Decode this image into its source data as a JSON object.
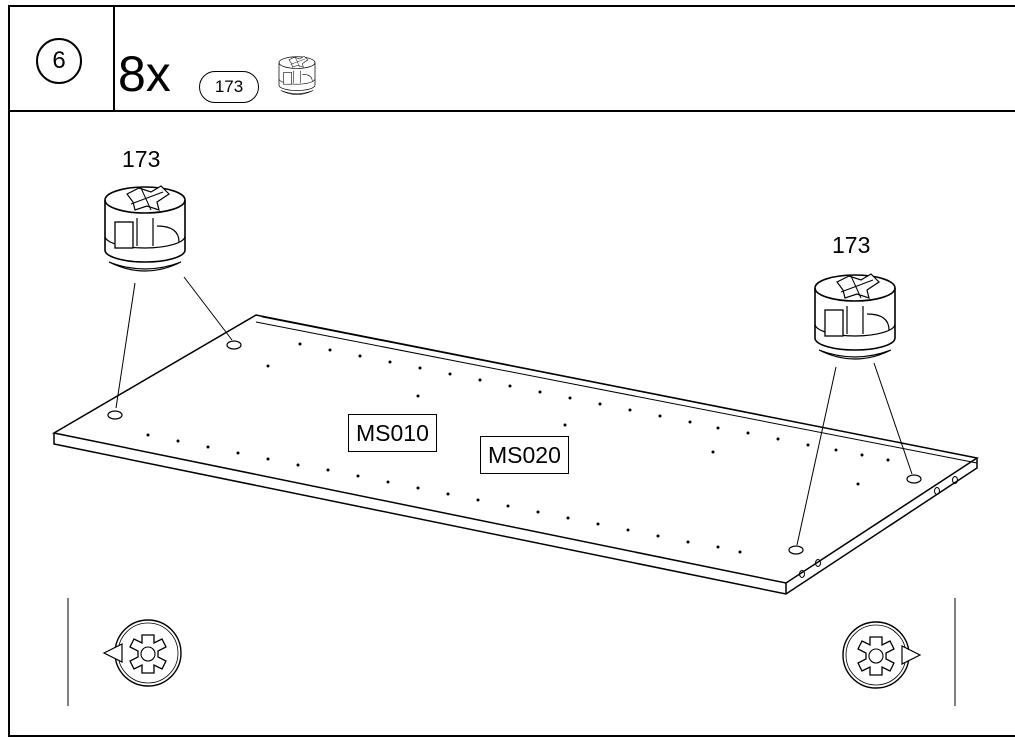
{
  "step": {
    "number": "6"
  },
  "parts_header": {
    "quantity": "8x",
    "part_number": "173"
  },
  "callouts": {
    "left_label": "173",
    "right_label": "173"
  },
  "panel_labels": {
    "primary": "MS010",
    "secondary": "MS020"
  },
  "icons": {
    "header_part": "cam-lock-fitting-icon",
    "left_fitting": "cam-lock-fitting-icon",
    "right_fitting": "cam-lock-fitting-icon",
    "left_rotation": "cam-lock-rotation-icon",
    "right_rotation": "cam-lock-rotation-icon"
  }
}
